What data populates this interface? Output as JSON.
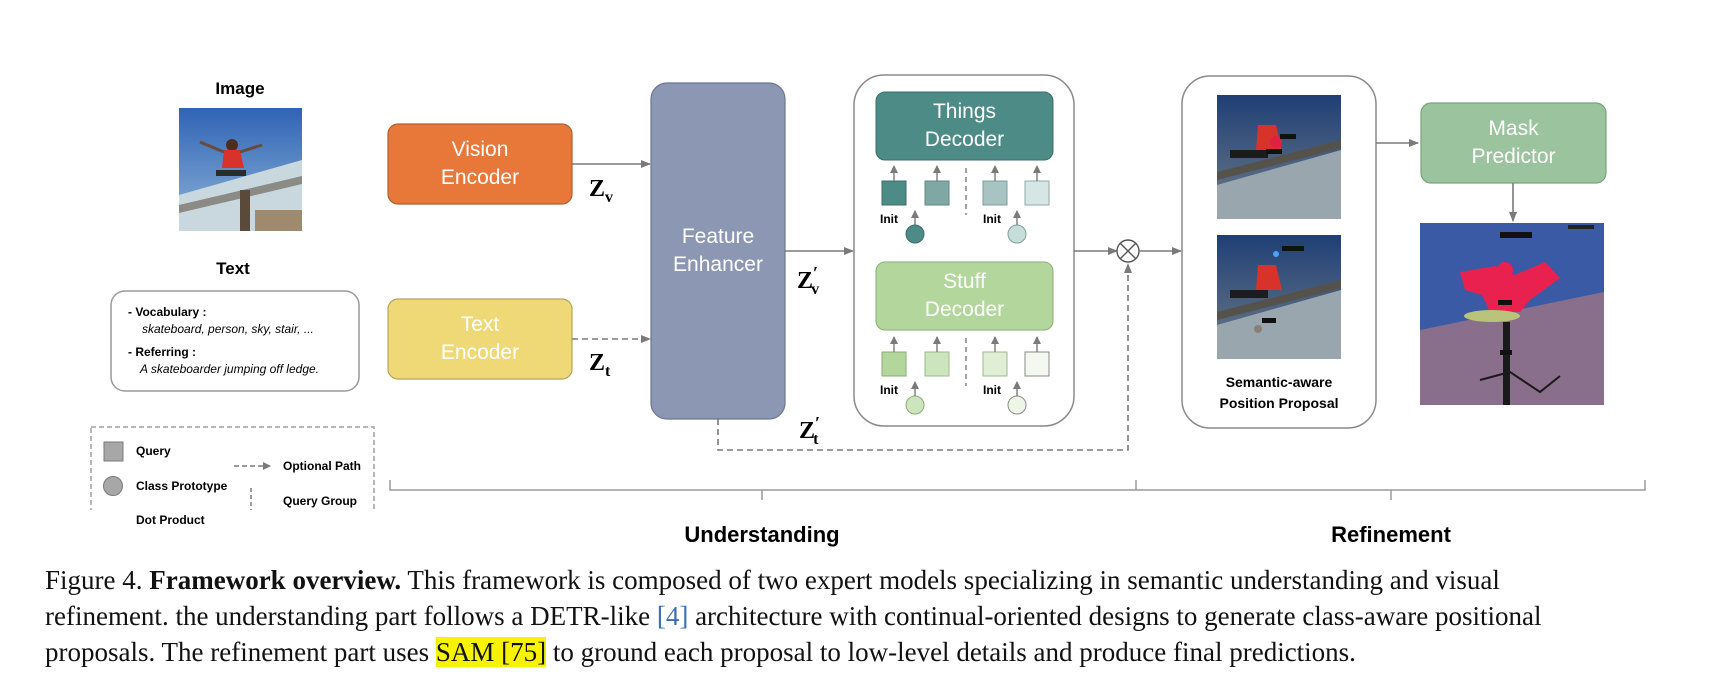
{
  "labels": {
    "image": "Image",
    "text": "Text",
    "vision_encoder": "Vision\nEncoder",
    "text_encoder": "Text\nEncoder",
    "feature_enhancer": "Feature\nEnhancer",
    "things_decoder": "Things\nDecoder",
    "stuff_decoder": "Stuff\nDecoder",
    "init": "Init",
    "mask_predictor": "Mask\nPredictor",
    "semantic_proposal": "Semantic-aware\nPosition Proposal",
    "understanding": "Understanding",
    "refinement": "Refinement",
    "z_v": "Z",
    "z_v_sub": "v",
    "z_t": "Z",
    "z_t_sub": "t",
    "z_v_prime": "Z",
    "z_v_prime_sub": "v",
    "z_t_prime": "Z",
    "z_t_prime_sub": "t",
    "prime": "′"
  },
  "text_input": {
    "vocab_label": "- Vocabulary :",
    "vocab_text": "skateboard, person, sky, stair, ...",
    "ref_label": "- Referring :",
    "ref_text": "A skateboarder jumping off ledge."
  },
  "legend": {
    "query": "Query",
    "class_prototype": "Class Prototype",
    "dot_product": "Dot Product",
    "optional_path": "Optional Path",
    "query_group": "Query Group"
  },
  "caption": {
    "line1_prefix": "Figure 4.",
    "line1_bold": "Framework overview.",
    "line1_rest": " This framework is composed of two expert models specializing in semantic understanding and visual",
    "line2_a": "refinement. the understanding part follows a DETR-like ",
    "line2_ref": "[4]",
    "line2_b": " architecture with continual-oriented designs to generate class-aware positional",
    "line3_a": "proposals. The refinement part uses ",
    "line3_hl": "SAM [75]",
    "line3_b": " to ground each proposal to low-level details and produce final predictions."
  },
  "colors": {
    "vision_encoder": "#e8783a",
    "text_encoder": "#efd977",
    "feature_enhancer": "#8c97b3",
    "things_decoder": "#4d8b86",
    "stuff_decoder": "#b2d69c",
    "mask_predictor": "#9bc49e"
  }
}
